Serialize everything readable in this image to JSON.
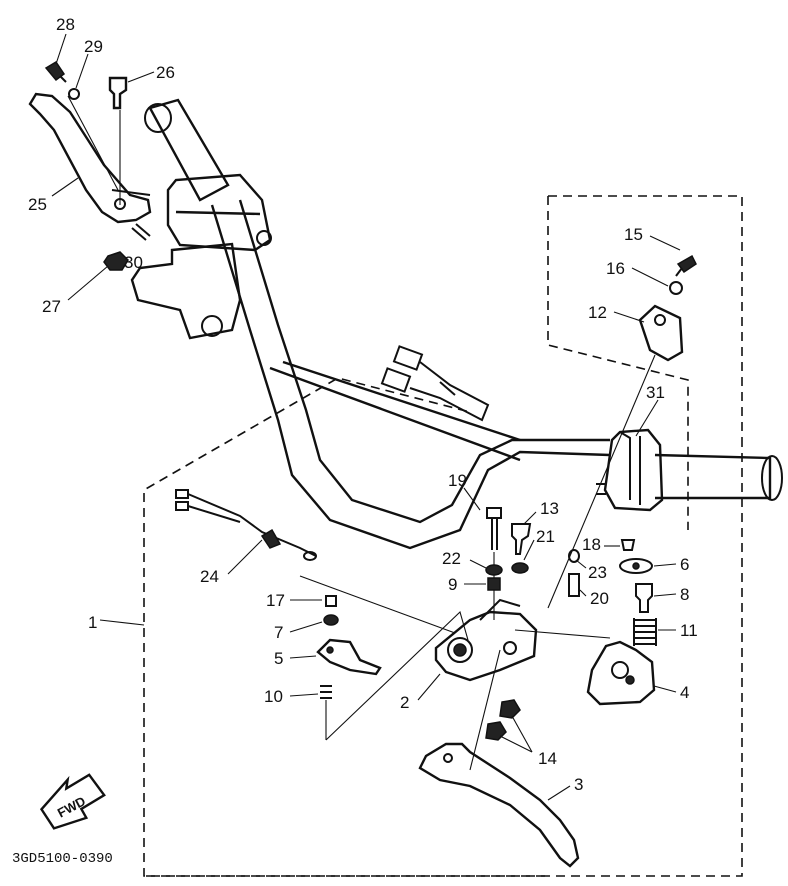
{
  "diagram_code": "3GD5100-0390",
  "fwd_label": "FWD",
  "callouts": {
    "c1": "1",
    "c2": "2",
    "c3": "3",
    "c4": "4",
    "c5": "5",
    "c6": "6",
    "c7": "7",
    "c8": "8",
    "c9": "9",
    "c10": "10",
    "c11": "11",
    "c12": "12",
    "c13": "13",
    "c14": "14",
    "c15": "15",
    "c16": "16",
    "c17": "17",
    "c18": "18",
    "c19": "19",
    "c20": "20",
    "c21": "21",
    "c22": "22",
    "c23": "23",
    "c24": "24",
    "c25": "25",
    "c26": "26",
    "c27": "27",
    "c28": "28",
    "c29": "29",
    "c30": "30",
    "c31": "31"
  }
}
